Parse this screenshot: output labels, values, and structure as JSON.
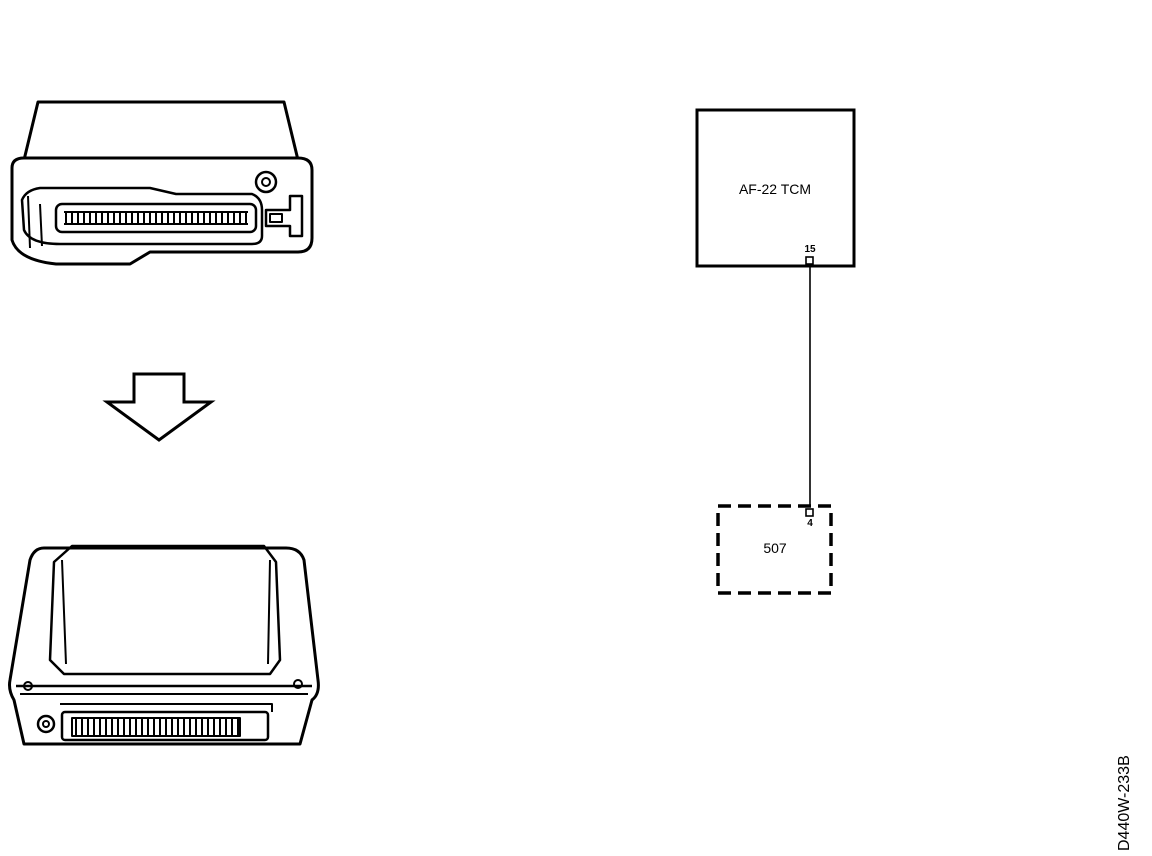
{
  "diagram": {
    "tcm_box": {
      "label": "AF-22 TCM",
      "pin_label": "15"
    },
    "connector_box": {
      "label": "507",
      "pin_label": "4"
    },
    "figure_code": "D440W-233B"
  }
}
